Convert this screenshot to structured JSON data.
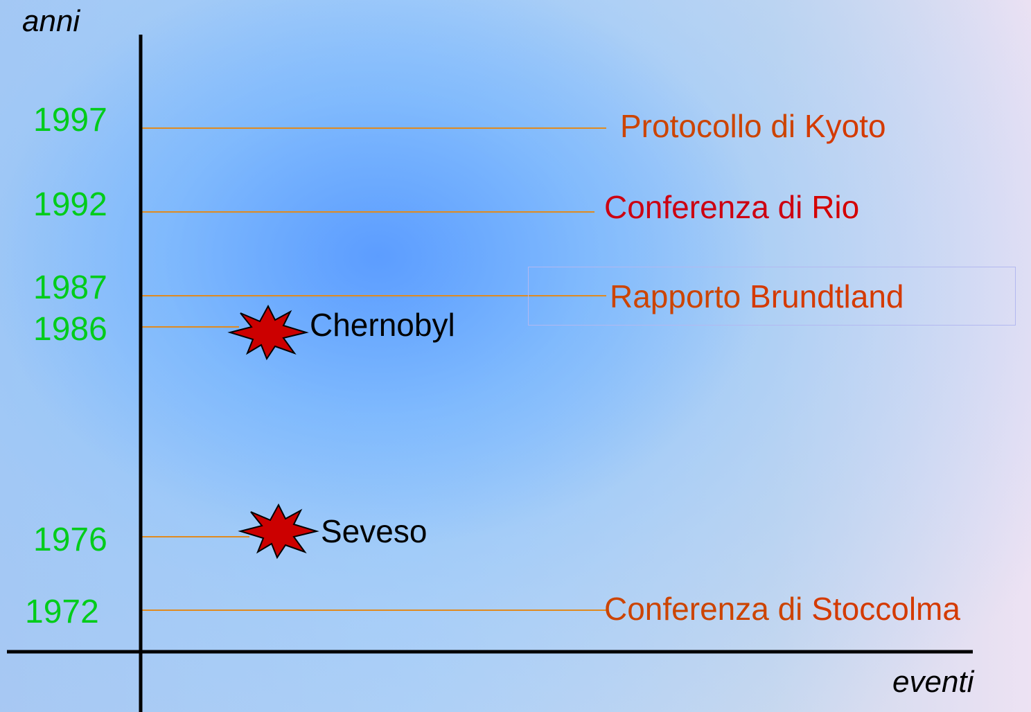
{
  "axes": {
    "y_label": "anni",
    "x_label": "eventi"
  },
  "years": [
    {
      "label": "1997"
    },
    {
      "label": "1992"
    },
    {
      "label": "1987"
    },
    {
      "label": "1986"
    },
    {
      "label": "1976"
    },
    {
      "label": "1972"
    }
  ],
  "events": [
    {
      "year": "1997",
      "text": "Protocollo di ",
      "highlight": "Kyoto",
      "color": "#cc4400"
    },
    {
      "year": "1992",
      "text": "Conferenza di ",
      "highlight": "Rio",
      "color": "#cc0011"
    },
    {
      "year": "1987",
      "text": "Rapporto ",
      "highlight": "Brundtland",
      "color": "#cc4400"
    },
    {
      "year": "1986",
      "text": "Chernobyl",
      "icon": "explosion-icon",
      "color": "#000000"
    },
    {
      "year": "1976",
      "text": "Seveso",
      "icon": "explosion-icon",
      "color": "#000000"
    },
    {
      "year": "1972",
      "text": "Conferenza di ",
      "highlight": "Stoccolma",
      "color": "#cc4400"
    }
  ],
  "colors": {
    "year": "#00cc1a",
    "leader_line": "#e08a1e",
    "explosion": "#cc0000"
  }
}
